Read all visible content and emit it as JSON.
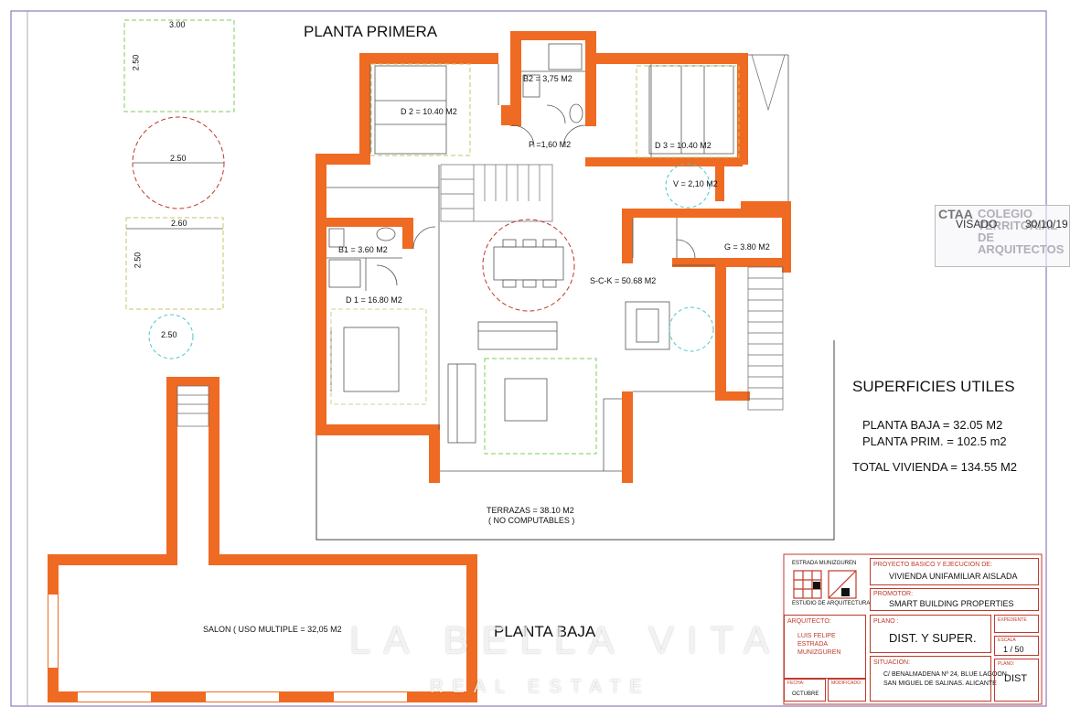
{
  "titles": {
    "upper_floor": "PLANTA PRIMERA",
    "ground_floor": "PLANTA BAJA"
  },
  "dimensions": {
    "top_width": "3.00",
    "top_height": "2.50",
    "circle_diameter": "2.50",
    "mid_width": "2.60",
    "mid_height": "2.50",
    "small_circle": "2.50"
  },
  "rooms": {
    "d2": "D 2 = 10.40 M2",
    "b2": "B2 = 3,75 M2",
    "d3": "D 3 = 10.40 M2",
    "p": "P =1,60 M2",
    "v": "V = 2,10 M2",
    "b1": "B1 = 3.60 M2",
    "g": "G = 3.80 M2",
    "sck": "S-C-K = 50.68  M2",
    "d1": "D 1 = 16.80 M2",
    "terrazas": "TERRAZAS = 38.10 M2",
    "terrazas_note": "( NO COMPUTABLES )",
    "salon": "SALON ( USO MULTIPLE  = 32,05 M2"
  },
  "summary": {
    "heading": "SUPERFICIES UTILES",
    "line1": "PLANTA BAJA = 32.05 M2",
    "line2": "PLANTA PRIM. = 102.5 m2",
    "total": "TOTAL VIVIENDA = 134.55 M2"
  },
  "stamp": {
    "title": "CTAA",
    "org": "COLEGIO TERRITORIAL DE ARQUITECTOS",
    "visado_label": "VISADO",
    "date": "30/10/19"
  },
  "title_block": {
    "firm_top": "ESTRADA   MUNIZGUREN",
    "firm_bottom": "ESTUDIO DE ARQUITECTURA",
    "project_label": "PROYECTO BASICO Y EJECUCION DE:",
    "project": "VIVIENDA UNIFAMILIAR AISLADA",
    "promoter_label": "PROMOTOR:",
    "promoter": "SMART BUILDING PROPERTIES",
    "architect_label": "ARQUITECTO:",
    "architect_lines": [
      "LUIS FELIPE",
      "ESTRADA",
      "MUNIZGUREN"
    ],
    "plan_label": "PLANO :",
    "plan": "DIST. Y SUPER.",
    "expediente_label": "EXPEDIENTE",
    "scale_label": "ESCALA",
    "scale": "1 / 50",
    "location_label": "SITUACION:",
    "location_line1": "C/ BENALMADENA Nº 24, BLUE LAGOON",
    "location_line2": "SAN MIGUEL DE SALINAS. ALICANTE",
    "fecha_label": "FECHA:",
    "fecha": "OCTUBRE",
    "modificado_label": "MODIFICADO:",
    "plano_label": "PLANO:",
    "plano_code": "DIST"
  },
  "watermark": {
    "line1": "LA BELLA VITA",
    "line2": "REAL ESTATE"
  },
  "colors": {
    "wall": "#ef6a22",
    "line": "#333333",
    "green_dash": "#7ccf5a",
    "red_dash": "#c0392b",
    "cyan_dash": "#49c6c9"
  }
}
